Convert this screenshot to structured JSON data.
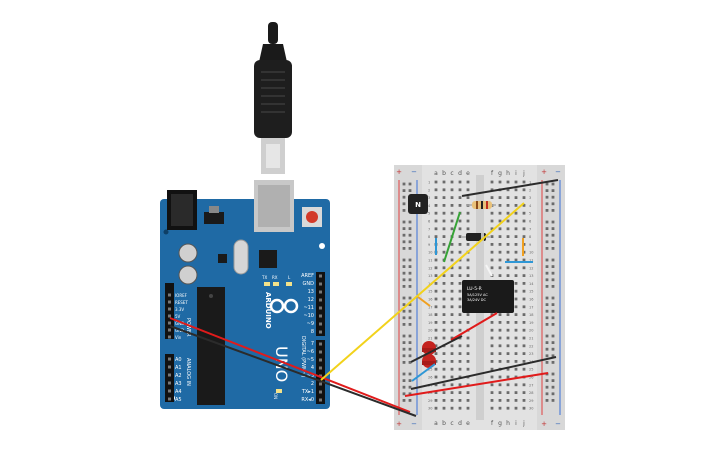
{
  "arduino": {
    "brand": "ARDUINO",
    "model": "UNO",
    "on_label": "ON",
    "digital_label": "DIGITAL (PWM~)",
    "analog_label": "ANALOG IN",
    "power_label": "POWER",
    "tx_label": "TX",
    "rx_label": "RX",
    "l_label": "L",
    "power_pins": [
      "IOREF",
      "RESET",
      "3.3V",
      "5V",
      "GND",
      "GND",
      "Vin"
    ],
    "analog_pins": [
      "A0",
      "A1",
      "A2",
      "A3",
      "A4",
      "A5"
    ],
    "digital_top_pins": [
      "AREF",
      "GND",
      "13",
      "12",
      "~11",
      "~10",
      "~9",
      "8"
    ],
    "digital_bottom_pins": [
      "7",
      "~6",
      "~5",
      "4",
      "~3",
      "2",
      "TX▸1",
      "RX◂0"
    ]
  },
  "breadboard": {
    "plus": "+",
    "minus": "−",
    "cols_left": [
      "a",
      "b",
      "c",
      "d",
      "e"
    ],
    "cols_right": [
      "f",
      "g",
      "h",
      "i",
      "j"
    ],
    "row_numbers": [
      "1",
      "2",
      "3",
      "4",
      "5",
      "6",
      "7",
      "8",
      "9",
      "10",
      "11",
      "12",
      "13",
      "14",
      "15",
      "16",
      "17",
      "18",
      "19",
      "20",
      "21",
      "22",
      "23",
      "24",
      "25",
      "26",
      "27",
      "28",
      "29",
      "30"
    ]
  },
  "relay": {
    "model": "LU-5-R",
    "line1": "5A/125V AC",
    "line2": "3A/24V DC"
  },
  "transistor": {
    "label": "N"
  },
  "colors": {
    "board_blue": "#1f6aa5",
    "wire_red": "#e01b1b",
    "wire_black": "#2b2b2b",
    "wire_yellow": "#f2d21b",
    "wire_green": "#36a336",
    "wire_blue": "#2e97d6",
    "wire_orange": "#f0a020",
    "led_red": "#c4231f"
  }
}
